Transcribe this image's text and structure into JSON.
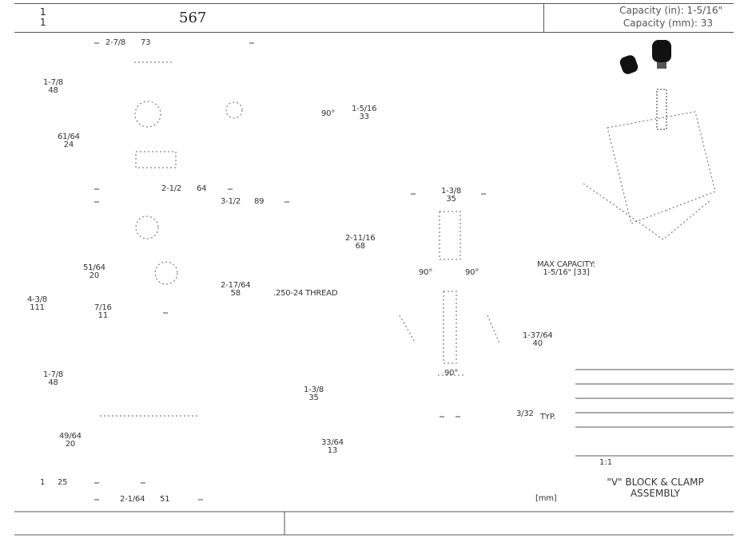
{
  "header": {
    "qty_top": "1",
    "qty_bottom": "1",
    "part_number": "567",
    "capacity_in": "Capacity (in): 1-5/16\"",
    "capacity_mm": "Capacity (mm): 33"
  },
  "dimensions": {
    "d_2_7_8": "2-7/8",
    "d_73": "73",
    "d_1_7_8_a": "1-7/8",
    "d_48_a": "48",
    "d_61_64": "61/64",
    "d_24": "24",
    "d_2_1_2": "2-1/2",
    "d_64": "64",
    "d_3_1_2": "3-1/2",
    "d_89": "89",
    "d_51_64": "51/64",
    "d_20_a": "20",
    "d_4_3_8": "4-3/8",
    "d_111": "111",
    "d_7_16": "7/16",
    "d_11": "11",
    "d_1_7_8_b": "1-7/8",
    "d_48_b": "48",
    "d_49_64": "49/64",
    "d_20_b": "20",
    "d_1": "1",
    "d_25": "25",
    "d_2_1_64": "2-1/64",
    "d_51": "51",
    "d_90_a": "90°",
    "d_1_5_16": "1-5/16",
    "d_33": "33",
    "d_2_11_16": "2-11/16",
    "d_68": "68",
    "d_2_17_64": "2-17/64",
    "d_58": "58",
    "thread": ".250-24 THREAD",
    "d_1_3_8_a": "1-3/8",
    "d_35_a": "35",
    "d_1_3_8_b": "1-3/8",
    "d_35_b": "35",
    "d_33_64": "33/64",
    "d_13": "13",
    "d_90_b": "90°",
    "d_90_c": "90°",
    "d_90_d": "90°",
    "max_capacity": "MAX CAPACITY:",
    "max_capacity_val": "1-5/16\" [33]",
    "d_1_37_64": "1-37/64",
    "d_40": "40",
    "d_3_32": "3/32",
    "typ": "TYP.",
    "units": "[mm]"
  },
  "title_block": {
    "title_line1": "\"V\" BLOCK & CLAMP",
    "title_line2": "ASSEMBLY",
    "qty_label": "1:1"
  }
}
